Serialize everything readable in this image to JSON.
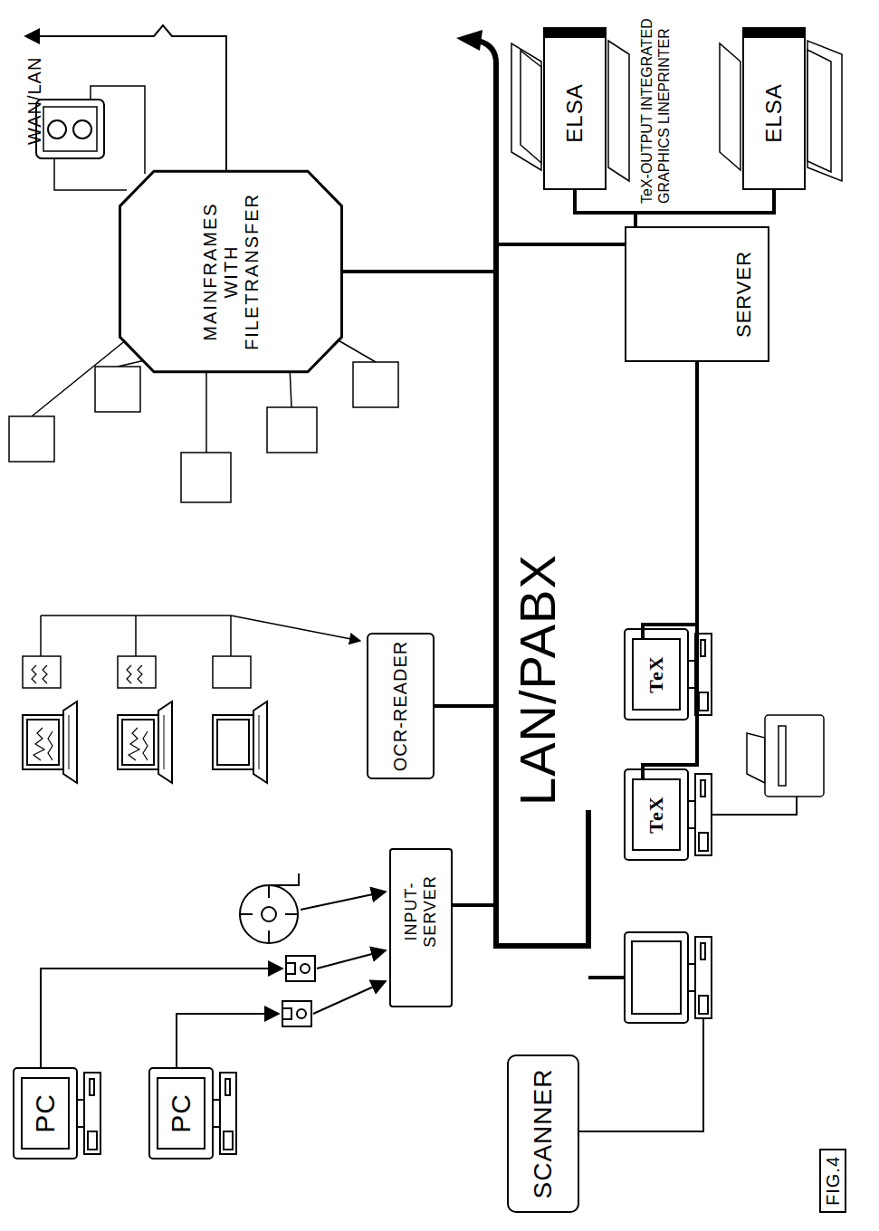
{
  "diagram": {
    "caption": "FIG.4",
    "nodes": [
      {
        "text": [
          "PC"
        ]
      },
      {
        "text": [
          "PC"
        ]
      },
      {
        "text": [
          "INPUT- SERVER"
        ]
      },
      {
        "text": [
          "OCR-READER"
        ]
      },
      {
        "text": [
          "MAINFRAMES WITH FILETRANSFER"
        ]
      },
      {
        "text": [
          "SCANNER"
        ]
      },
      {
        "text": [
          "TeX"
        ]
      },
      {
        "text": [
          "TeX"
        ]
      },
      {
        "text": [
          "SERVER"
        ]
      },
      {
        "text": [
          "ELSA"
        ]
      },
      {
        "text": [
          "ELSA"
        ]
      }
    ],
    "edges": [
      {
        "from": 8,
        "to": 9,
        "arrow": "none"
      },
      {
        "from": 8,
        "to": 10,
        "arrow": "none"
      },
      {
        "from": 6,
        "to": 8,
        "arrow": "none"
      },
      {
        "from": 7,
        "to": 8,
        "arrow": "none"
      }
    ],
    "labels": [
      "LAN/PABX",
      "WAN/LAN",
      "TeX-OUTPUT INTEGRATED GRAPHICS LINEPRINTER"
    ]
  }
}
